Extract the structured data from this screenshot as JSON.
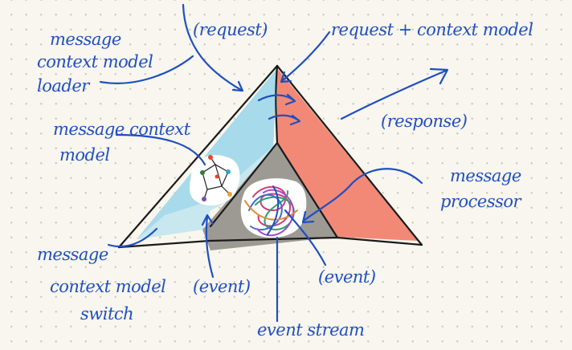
{
  "labels": {
    "request": "(request)",
    "request_context_model": "request + context model",
    "message_context_model_loader": [
      "message",
      "context model",
      "loader"
    ],
    "message_context_model": [
      "message context",
      "model"
    ],
    "response": "(response)",
    "message_processor": [
      "message",
      "processor"
    ],
    "message_context_model_switch": [
      "message",
      "context model",
      "switch"
    ],
    "event_left": "(event)",
    "event_right": "(event)",
    "event_stream": "event stream"
  },
  "colors": {
    "ink": "#1f4fc0",
    "outline": "#1a1a1a",
    "loader_face": "#a7daea",
    "switch_face": "#c8e7ee",
    "processor_face": "#f28876",
    "event_face": "#9d9a94",
    "cloud": "#ffffff"
  }
}
